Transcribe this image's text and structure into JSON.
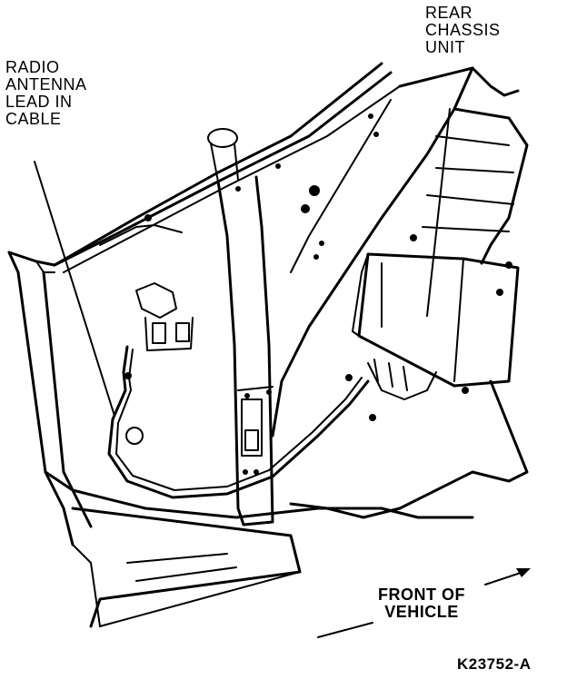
{
  "labels": {
    "radio_antenna_lead_in_cable": "RADIO\nANTENNA\nLEAD IN\nCABLE",
    "rear_chassis_unit": "REAR\nCHASSIS\nUNIT",
    "front_of_vehicle": "FRONT OF\nVEHICLE",
    "figure_id": "K23752-A"
  }
}
